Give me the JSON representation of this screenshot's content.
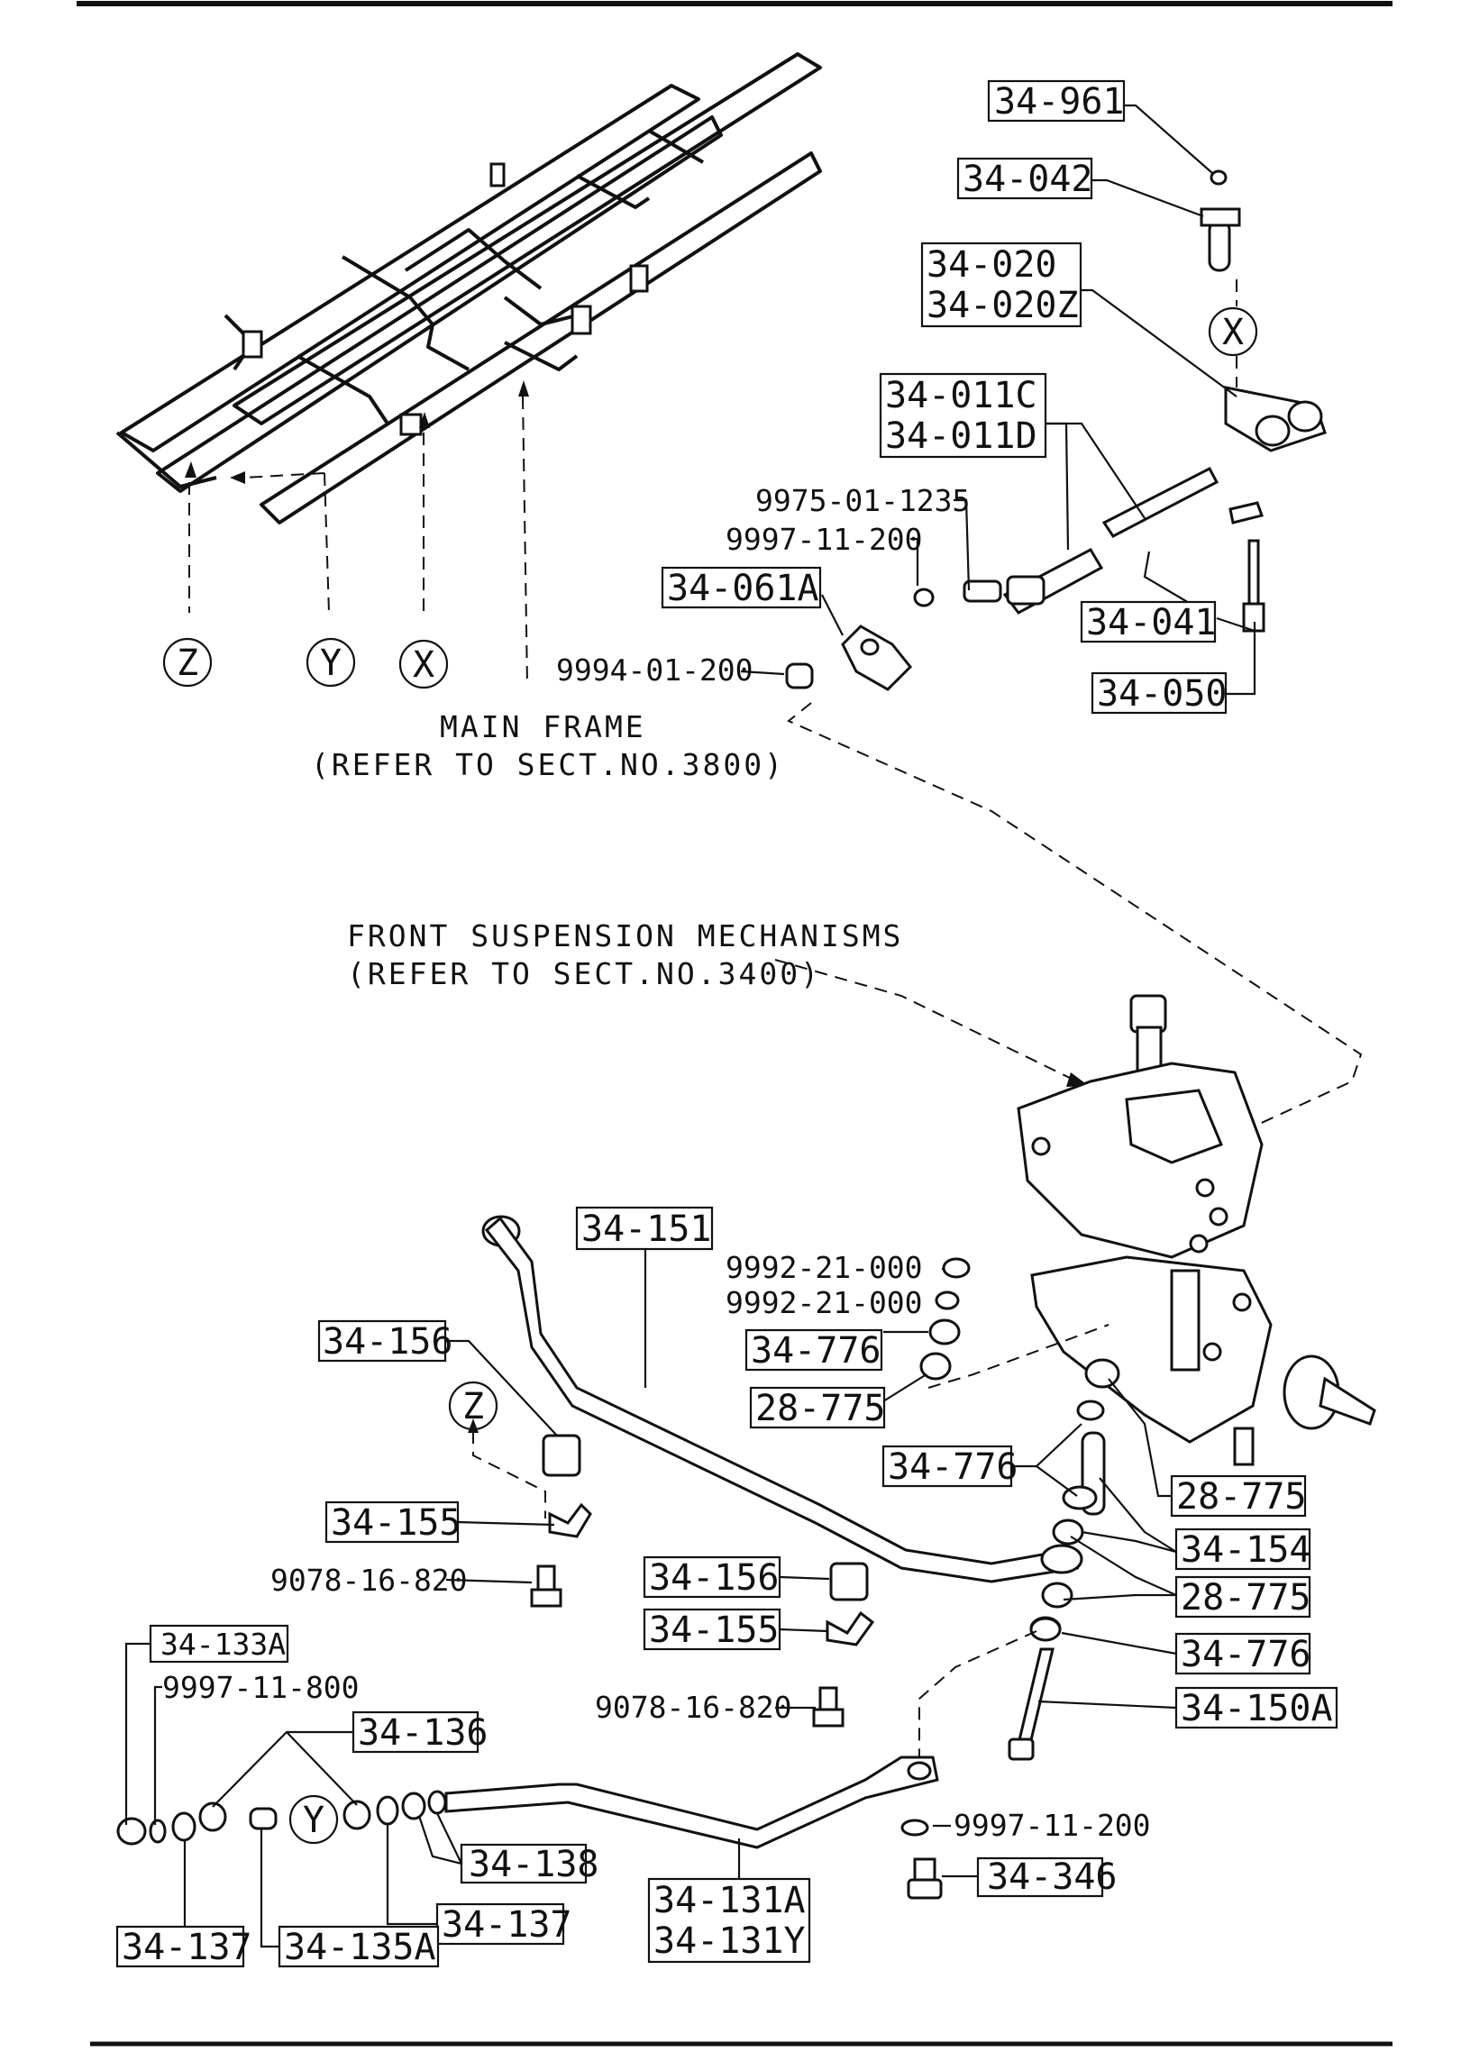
{
  "notes": {
    "main_frame": [
      "MAIN FRAME",
      "(REFER TO SECT.NO.3800)"
    ],
    "front_suspension": [
      "FRONT SUSPENSION MECHANISMS",
      "(REFER TO SECT.NO.3400)"
    ]
  },
  "markers": {
    "x": "X",
    "y": "Y",
    "z": "Z"
  },
  "parts": {
    "p34_961": "34-961",
    "p34_042": "34-042",
    "p34_020": "34-020",
    "p34_020z": "34-020Z",
    "p34_011c": "34-011C",
    "p34_011d": "34-011D",
    "p9975_01_1235": "9975-01-1235",
    "p9997_11_200_a": "9997-11-200",
    "p34_061a": "34-061A",
    "p9994_01_200": "9994-01-200",
    "p34_041": "34-041",
    "p34_050": "34-050",
    "p34_151": "34-151",
    "p9992_21_000_a": "9992-21-000",
    "p9992_21_000_b": "9992-21-000",
    "p34_776_a": "34-776",
    "p28_775_a": "28-775",
    "p34_156_a": "34-156",
    "p34_776_b": "34-776",
    "p28_775_b": "28-775",
    "p34_155_a": "34-155",
    "p34_154": "34-154",
    "p9078_16_820_a": "9078-16-820",
    "p34_156_b": "34-156",
    "p28_775_c": "28-775",
    "p34_155_b": "34-155",
    "p34_776_c": "34-776",
    "p34_133a": "34-133A",
    "p9997_11_800": "9997-11-800",
    "p34_150a": "34-150A",
    "p9078_16_820_b": "9078-16-820",
    "p34_136": "34-136",
    "p9997_11_200_b": "9997-11-200",
    "p34_138": "34-138",
    "p34_346": "34-346",
    "p34_131a": "34-131A",
    "p34_131y": "34-131Y",
    "p34_137_a": "34-137",
    "p34_137_b": "34-137",
    "p34_135a": "34-135A"
  }
}
